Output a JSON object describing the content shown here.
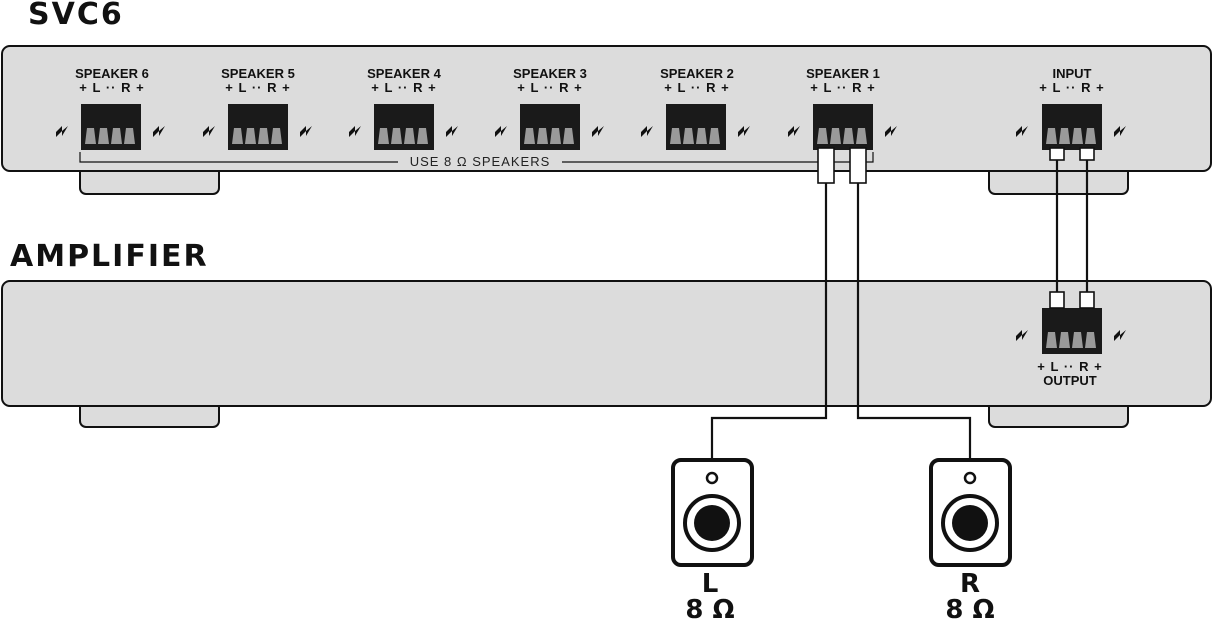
{
  "svc6": {
    "title": "SVC6",
    "speaker_outputs": [
      {
        "label": "SPEAKER 6",
        "polarity": "+ L ·· R +"
      },
      {
        "label": "SPEAKER 5",
        "polarity": "+ L ·· R +"
      },
      {
        "label": "SPEAKER 4",
        "polarity": "+ L ·· R +"
      },
      {
        "label": "SPEAKER 3",
        "polarity": "+ L ·· R +"
      },
      {
        "label": "SPEAKER 2",
        "polarity": "+ L ·· R +"
      },
      {
        "label": "SPEAKER 1",
        "polarity": "+ L ·· R +"
      }
    ],
    "input": {
      "label": "INPUT",
      "polarity": "+ L ·· R +"
    },
    "note": "USE 8 Ω SPEAKERS"
  },
  "amplifier": {
    "title": "AMPLIFIER",
    "output": {
      "label": "OUTPUT",
      "polarity": "+ L ·· R +"
    }
  },
  "speakers": [
    {
      "channel": "L",
      "impedance": "8 Ω"
    },
    {
      "channel": "R",
      "impedance": "8 Ω"
    }
  ],
  "colors": {
    "chassis": "#dcdcdc",
    "outline": "#111111",
    "terminal": "#1a1a1a",
    "pin": "#9a9a9a"
  }
}
